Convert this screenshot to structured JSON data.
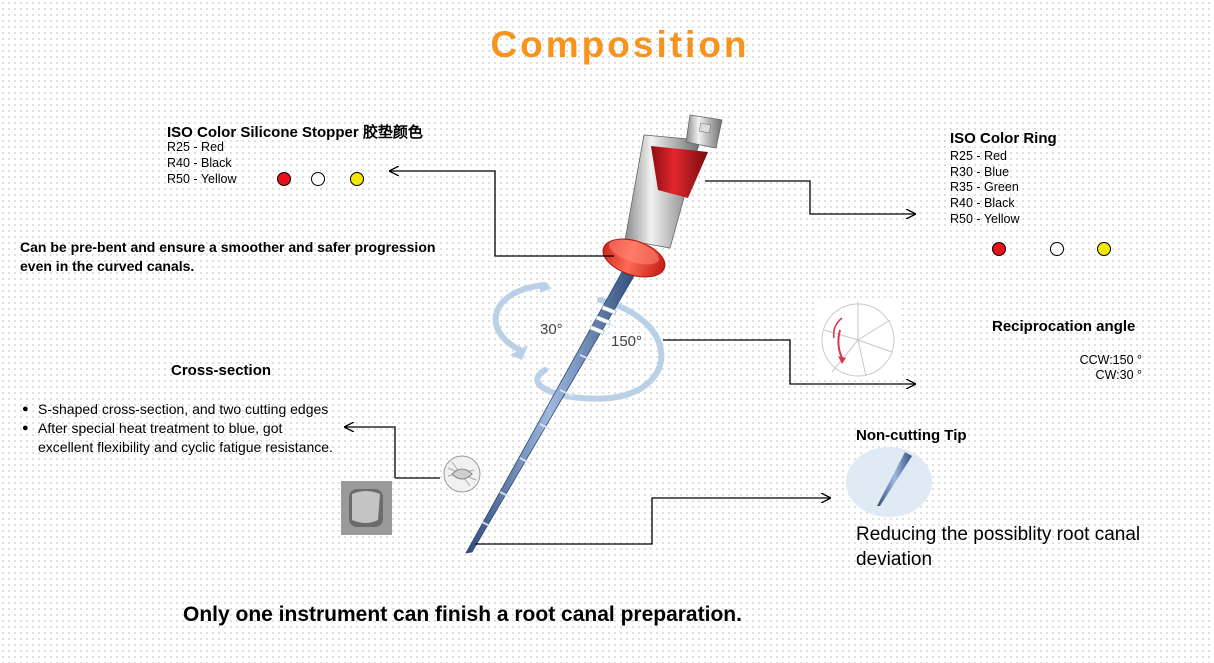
{
  "title": "Composition",
  "colors": {
    "title": "#f7941d",
    "red_dot": "#e8101a",
    "white_dot": "#ffffff",
    "yellow_dot": "#f5e800",
    "line": "#000000"
  },
  "stopper": {
    "heading": "ISO Color Silicone Stopper 胶垫颜色",
    "items": [
      "R25 - Red",
      "R40 - Black",
      "R50 - Yellow"
    ]
  },
  "prebent": {
    "line1": "Can be pre-bent and ensure a smoother and safer progression",
    "line2": "even in the curved canals."
  },
  "ring": {
    "heading": "ISO Color Ring",
    "items": [
      "R25 - Red",
      "R30 - Blue",
      "R35 - Green",
      "R40 - Black",
      "R50 - Yellow"
    ]
  },
  "reciprocation": {
    "heading": "Reciprocation angle",
    "ccw": "CCW:150 °",
    "cw": "CW:30 °",
    "small_angle": "30°",
    "large_angle": "150°"
  },
  "cross_section": {
    "heading": "Cross-section",
    "bullet1": "S-shaped cross-section, and two cutting edges",
    "bullet2_line1": "After special heat treatment to blue, got",
    "bullet2_line2": "excellent flexibility and cyclic fatigue resistance."
  },
  "tip": {
    "heading": "Non-cutting Tip",
    "text": "Reducing the possiblity root canal deviation"
  },
  "bottom": "Only one instrument can finish a root canal preparation.",
  "icons": [
    "rotation-arrows-icon",
    "cross-section-icon",
    "angle-diagram-icon",
    "tip-closeup-icon"
  ]
}
